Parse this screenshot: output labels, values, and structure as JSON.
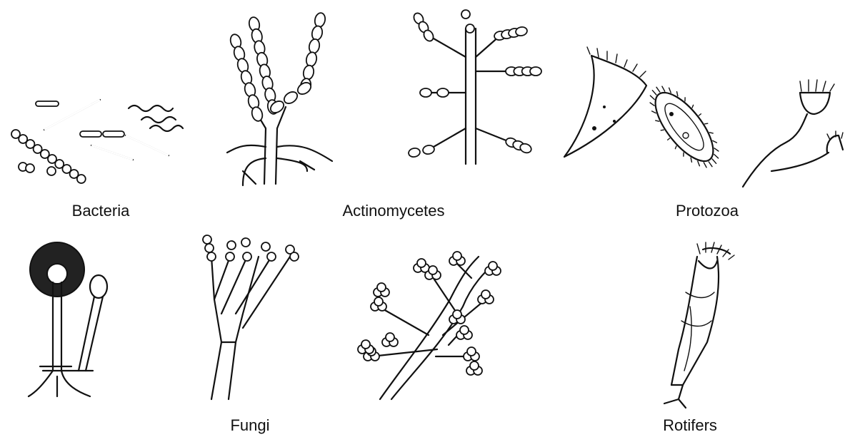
{
  "labels": {
    "bacteria": "Bacteria",
    "actinomycetes": "Actinomycetes",
    "protozoa": "Protozoa",
    "fungi": "Fungi",
    "rotifers": "Rotifers"
  },
  "colors": {
    "ink": "#111111",
    "background": "#ffffff"
  }
}
